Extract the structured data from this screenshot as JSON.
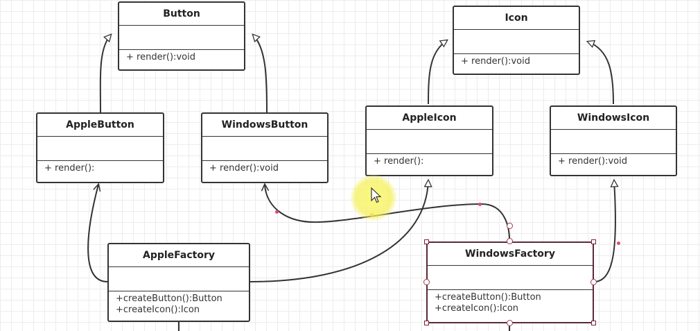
{
  "classes": {
    "button": {
      "name": "Button",
      "ops": [
        "+ render():void"
      ]
    },
    "icon": {
      "name": "Icon",
      "ops": [
        "+ render():void"
      ]
    },
    "apple_button": {
      "name": "AppleButton",
      "ops": [
        "+ render():"
      ]
    },
    "windows_button": {
      "name": "WindowsButton",
      "ops": [
        "+ render():void"
      ]
    },
    "apple_icon": {
      "name": "AppleIcon",
      "ops": [
        "+ render():"
      ]
    },
    "windows_icon": {
      "name": "WindowsIcon",
      "ops": [
        "+ render():void"
      ]
    },
    "apple_factory": {
      "name": "AppleFactory",
      "ops": [
        "+createButton():Button",
        "+createIcon():Icon"
      ]
    },
    "windows_factory": {
      "name": "WindowsFactory",
      "ops": [
        "+createButton():Button",
        "+createIcon():Icon"
      ]
    }
  },
  "relations": [
    {
      "from": "AppleButton",
      "to": "Button",
      "type": "generalization"
    },
    {
      "from": "WindowsButton",
      "to": "Button",
      "type": "generalization"
    },
    {
      "from": "AppleIcon",
      "to": "Icon",
      "type": "generalization"
    },
    {
      "from": "WindowsIcon",
      "to": "Icon",
      "type": "generalization"
    },
    {
      "from": "AppleFactory",
      "to": "AppleButton",
      "type": "dependency"
    },
    {
      "from": "AppleFactory",
      "to": "AppleIcon",
      "type": "dependency"
    },
    {
      "from": "WindowsFactory",
      "to": "WindowsButton",
      "type": "dependency"
    },
    {
      "from": "WindowsFactory",
      "to": "WindowsIcon",
      "type": "dependency"
    }
  ],
  "selected": "WindowsFactory",
  "colors": {
    "border": "#333333",
    "selection": "#7a2030",
    "accent_dot": "#e04a6a",
    "cursor_highlight": "#f5f05a"
  }
}
